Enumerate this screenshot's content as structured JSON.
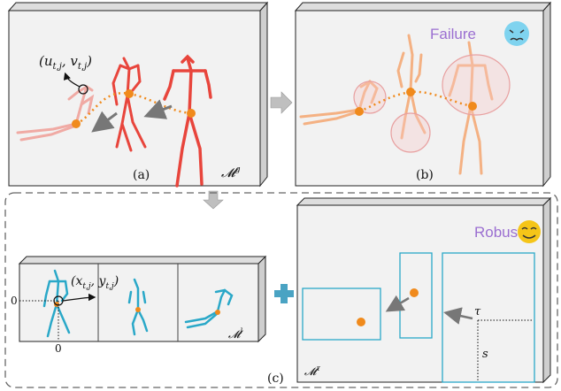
{
  "panel_a": {
    "caption": "(a)",
    "dataset": "𝓜",
    "dataset_sup": "g",
    "coord": "(u",
    "coord_sub1": "t,j",
    "coord_mid": ", v",
    "coord_sub2": "t,j",
    "coord_end": ")"
  },
  "panel_b": {
    "caption": "(b)",
    "status": "Failure"
  },
  "panel_c": {
    "caption": "(c)",
    "status": "Robust",
    "dataset_l": "𝓜",
    "dataset_l_sup": "l",
    "dataset_tau": "𝓜",
    "dataset_tau_sup": "τ",
    "coord": "(x",
    "coord_sub1": "t,j",
    "coord_mid": ", y",
    "coord_sub2": "t,j",
    "coord_end": ")",
    "origin_x": "0",
    "origin_y": "0",
    "tau": "τ",
    "s": "s"
  },
  "colors": {
    "red": "#e8453c",
    "orange_joint": "#f08a1c",
    "peach": "#f4b183",
    "teal": "#2aa8c8",
    "plus": "#4aa3c3",
    "panel_bg": "#f2f2f2",
    "panel_side": "#d0d0d0",
    "purple_text": "#9b6fd1"
  }
}
